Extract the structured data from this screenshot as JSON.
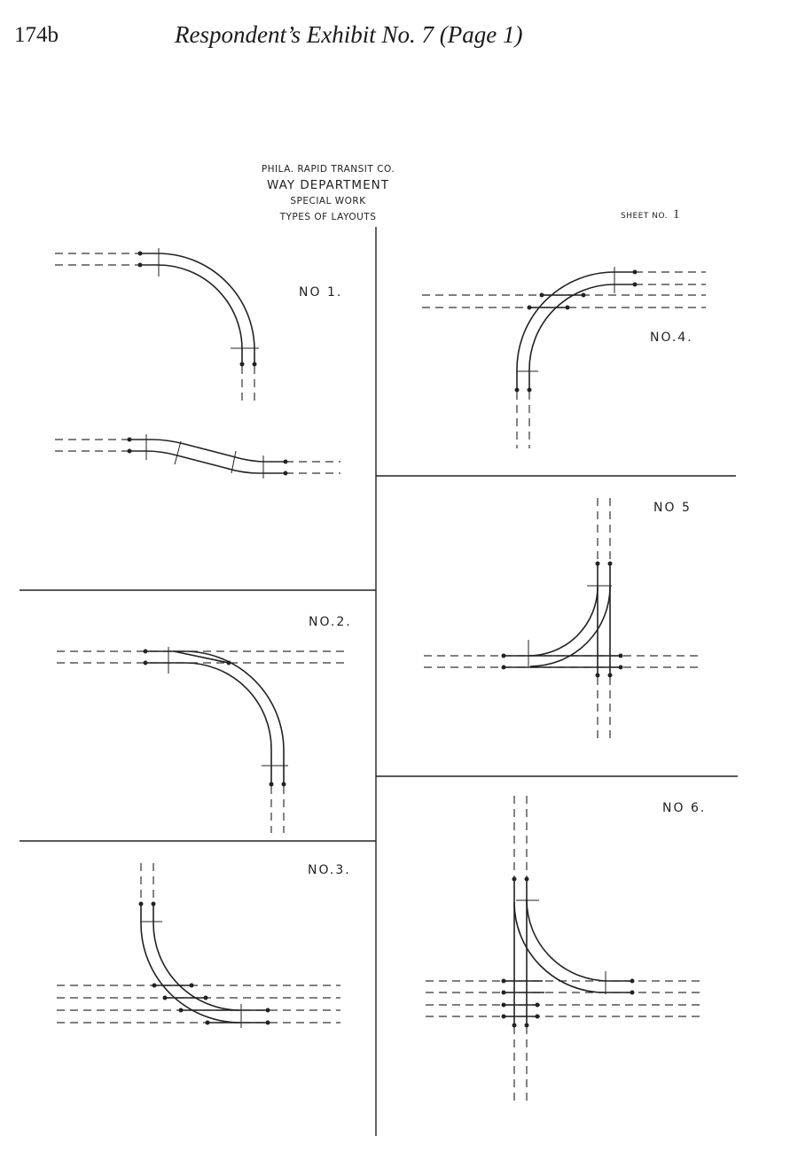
{
  "page": {
    "page_number": "174b",
    "exhibit_title": "Respondent’s Exhibit No. 7 (Page 1)"
  },
  "header": {
    "company": "PHILA. RAPID TRANSIT CO.",
    "department": "WAY DEPARTMENT",
    "subject": "SPECIAL WORK",
    "title": "TYPES OF LAYOUTS",
    "sheet_label": "SHEET NO.",
    "sheet_number": "1"
  },
  "layouts": {
    "no1": "NO 1.",
    "no2": "NO.2.",
    "no3": "NO.3.",
    "no4": "NO.4.",
    "no5": "NO 5",
    "no6": "NO 6."
  }
}
